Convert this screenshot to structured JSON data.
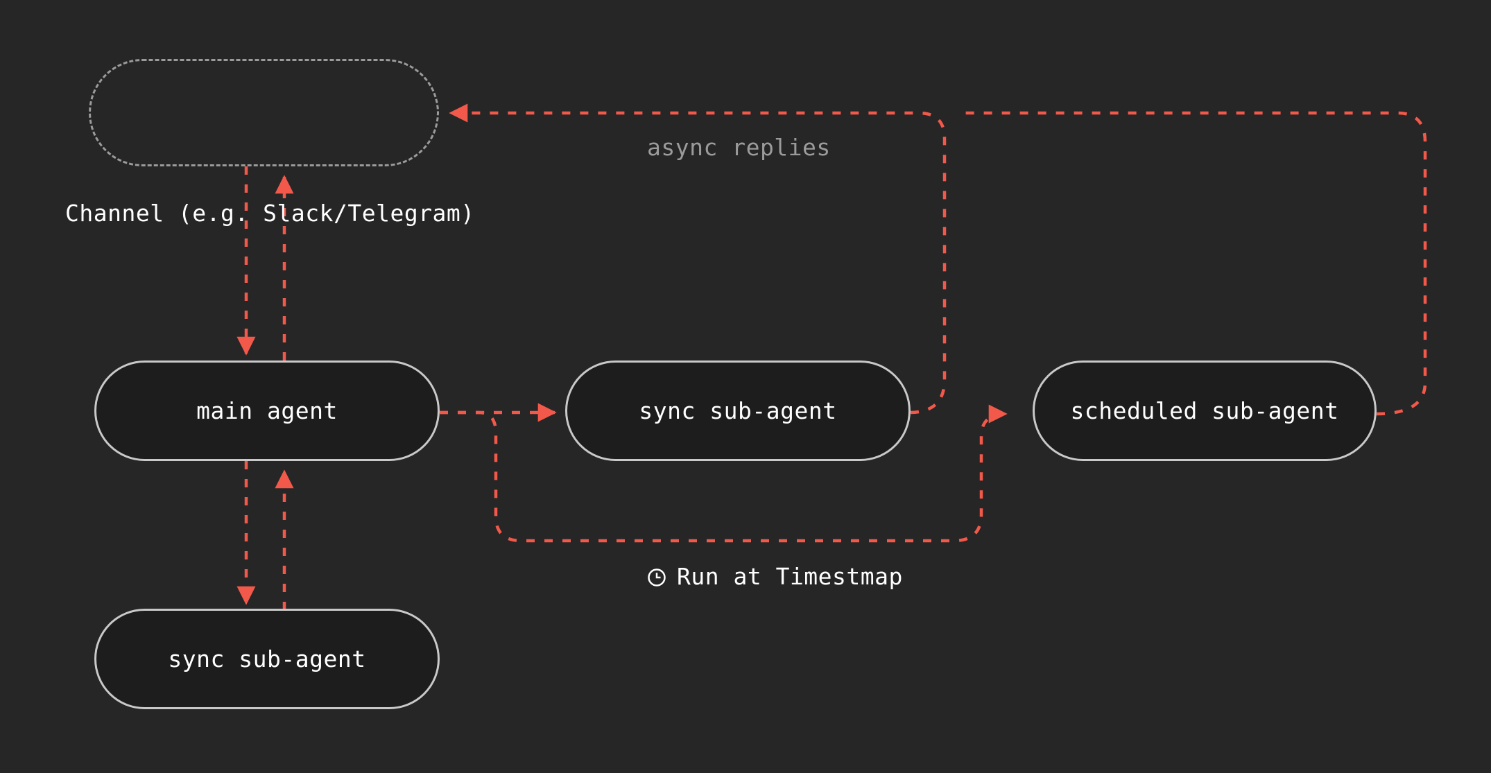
{
  "diagram": {
    "title": "agent channel orchestration flow",
    "background_color": "#262626",
    "node_fill": "#1d1d1d",
    "node_border_color": "#c9c9c9",
    "dashed_node_border_color": "#9b9b9b",
    "edge_color": "#f2594b",
    "text_color": "#ffffff",
    "muted_text_color": "#9b9b9b",
    "nodes": [
      {
        "id": "channel",
        "label": "",
        "caption": "Channel (e.g. Slack/Telegram)",
        "style": "dashed"
      },
      {
        "id": "main-agent",
        "label": "main agent",
        "style": "solid"
      },
      {
        "id": "sync-sub-agent-right",
        "label": "sync sub-agent",
        "style": "solid"
      },
      {
        "id": "scheduled-sub-agent",
        "label": "scheduled sub-agent",
        "style": "solid"
      },
      {
        "id": "sync-sub-agent-bottom",
        "label": "sync sub-agent",
        "style": "solid"
      }
    ],
    "labels": {
      "channel_caption": "Channel (e.g. Slack/Telegram)",
      "async_replies": "async replies",
      "run_at_timestamp": "Run at Timestmap",
      "clock_icon": "clock-icon"
    },
    "edges": [
      {
        "from": "channel",
        "to": "main-agent",
        "style": "dashed",
        "direction": "down"
      },
      {
        "from": "main-agent",
        "to": "channel",
        "style": "dashed",
        "direction": "up"
      },
      {
        "from": "main-agent",
        "to": "sync-sub-agent-bottom",
        "style": "dashed",
        "direction": "down"
      },
      {
        "from": "sync-sub-agent-bottom",
        "to": "main-agent",
        "style": "dashed",
        "direction": "up"
      },
      {
        "from": "main-agent",
        "to": "sync-sub-agent-right",
        "style": "dashed",
        "direction": "right"
      },
      {
        "from": "main-agent",
        "to": "scheduled-sub-agent",
        "style": "dashed",
        "direction": "right",
        "label": "Run at Timestmap"
      },
      {
        "from": "sync-sub-agent-right",
        "to": "channel",
        "style": "dashed",
        "direction": "up-left",
        "label": "async replies"
      },
      {
        "from": "scheduled-sub-agent",
        "to": "channel",
        "style": "dashed",
        "direction": "up-left",
        "label": "async replies"
      }
    ]
  }
}
